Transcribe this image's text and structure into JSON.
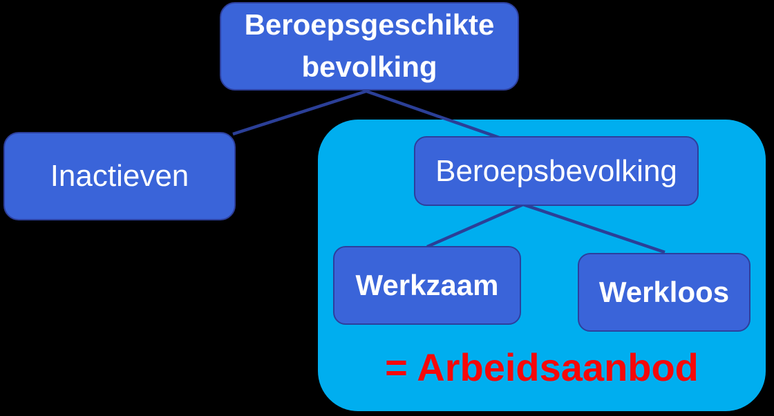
{
  "diagram": {
    "type": "tree",
    "colors": {
      "background": "#000000",
      "node_fill": "#3a64d9",
      "node_border": "#2d3f9c",
      "connector": "#2b3f97",
      "container_fill": "#00aeef",
      "label_color": "#ffffff",
      "highlight_color": "#f70808"
    },
    "nodes": {
      "root": {
        "label": "Beroepsgeschikte bevolking"
      },
      "inactieven": {
        "label": "Inactieven"
      },
      "beroepsbevolking": {
        "label": "Beroepsbevolking"
      },
      "werkzaam": {
        "label": "Werkzaam"
      },
      "werkloos": {
        "label": "Werkloos"
      }
    },
    "edges": [
      {
        "from": "root",
        "to": "inactieven"
      },
      {
        "from": "root",
        "to": "beroepsbevolking"
      },
      {
        "from": "beroepsbevolking",
        "to": "werkzaam"
      },
      {
        "from": "beroepsbevolking",
        "to": "werkloos"
      }
    ],
    "container_caption": "= Arbeidsaanbod"
  }
}
